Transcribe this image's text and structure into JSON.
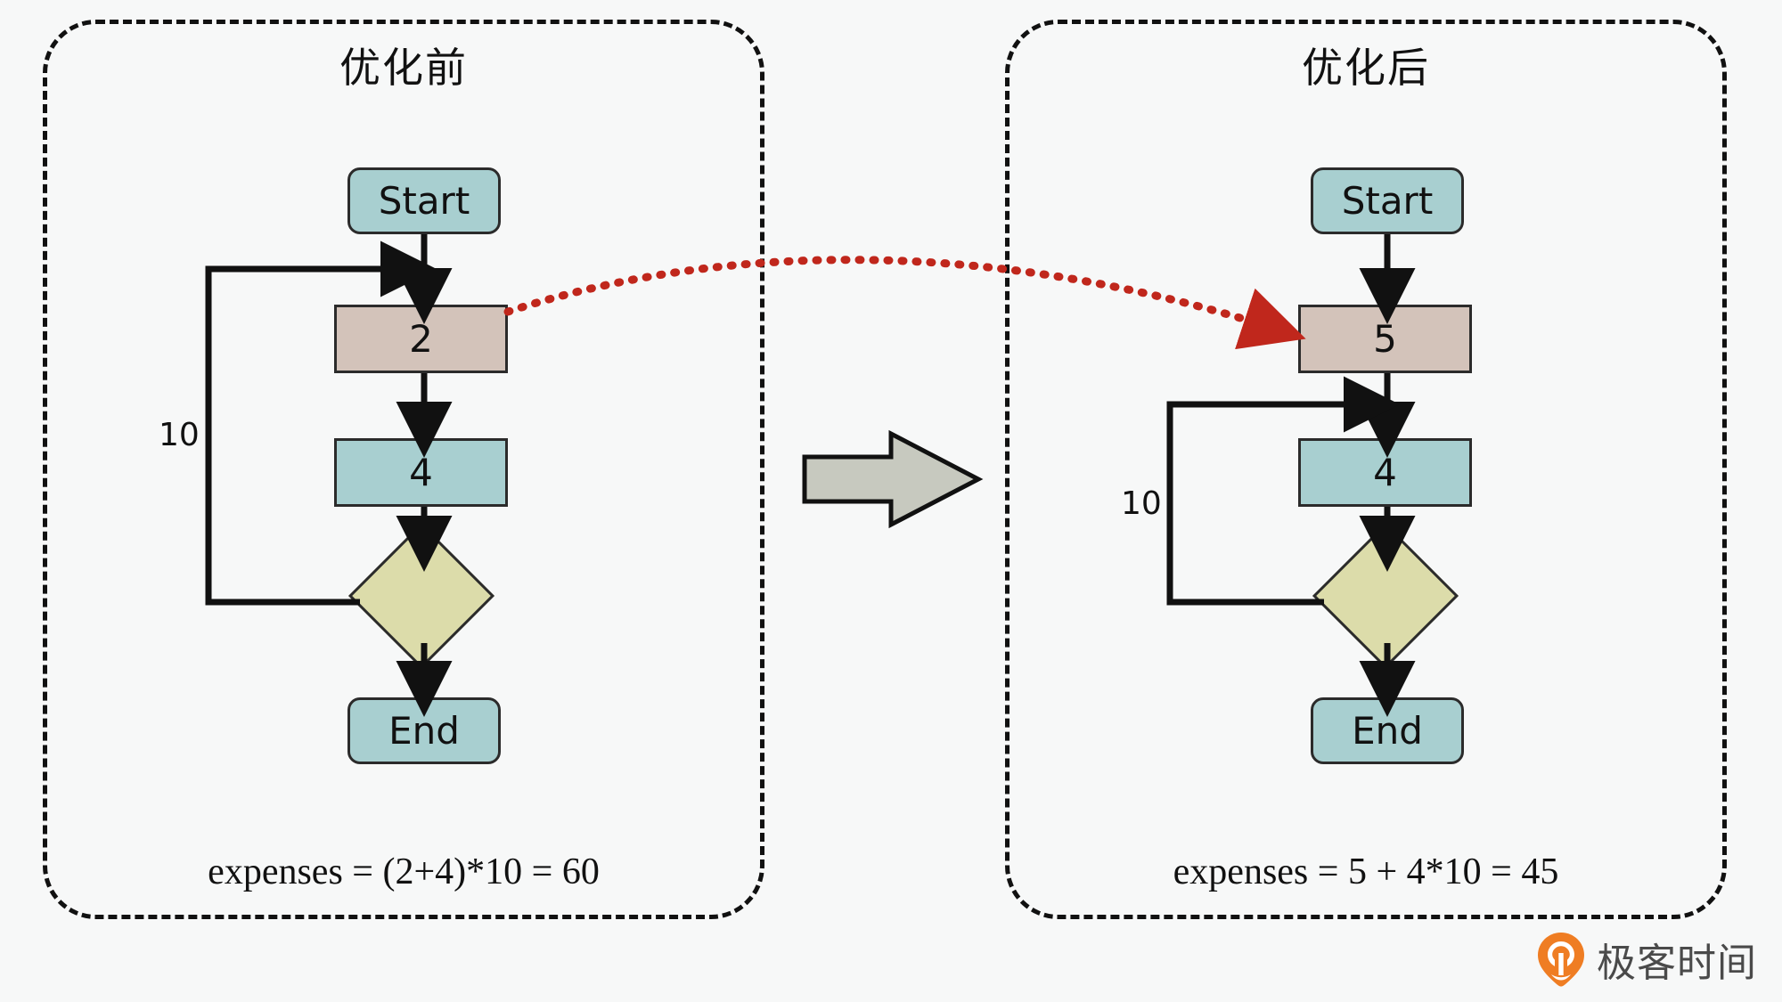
{
  "diagram": {
    "type": "flowchart-comparison",
    "background_color": "#f7f8f8",
    "transition_icon": "right-block-arrow-icon",
    "highlight_color": "#c0271c",
    "panels": [
      {
        "id": "before",
        "title": "优化前",
        "nodes": [
          {
            "id": "start",
            "label": "Start",
            "shape": "rounded-rectangle",
            "fill": "#a8cfd0"
          },
          {
            "id": "step-2",
            "label": "2",
            "shape": "rectangle",
            "fill": "#d3c3ba"
          },
          {
            "id": "step-4",
            "label": "4",
            "shape": "rectangle",
            "fill": "#a8cfd0"
          },
          {
            "id": "decision",
            "label": "",
            "shape": "diamond",
            "fill": "#dcdcaa"
          },
          {
            "id": "end",
            "label": "End",
            "shape": "rounded-rectangle",
            "fill": "#a8cfd0"
          }
        ],
        "loop_label": "10",
        "expenses": "expenses = (2+4)*10 = 60"
      },
      {
        "id": "after",
        "title": "优化后",
        "nodes": [
          {
            "id": "start",
            "label": "Start",
            "shape": "rounded-rectangle",
            "fill": "#a8cfd0"
          },
          {
            "id": "step-5",
            "label": "5",
            "shape": "rectangle",
            "fill": "#d3c3ba"
          },
          {
            "id": "step-4",
            "label": "4",
            "shape": "rectangle",
            "fill": "#a8cfd0"
          },
          {
            "id": "decision",
            "label": "",
            "shape": "diamond",
            "fill": "#dcdcaa"
          },
          {
            "id": "end",
            "label": "End",
            "shape": "rounded-rectangle",
            "fill": "#a8cfd0"
          }
        ],
        "loop_label": "10",
        "expenses": "expenses = 5 + 4*10 = 45"
      }
    ]
  },
  "watermark": {
    "text": "极客时间",
    "logo_color": "#ef7d23"
  }
}
